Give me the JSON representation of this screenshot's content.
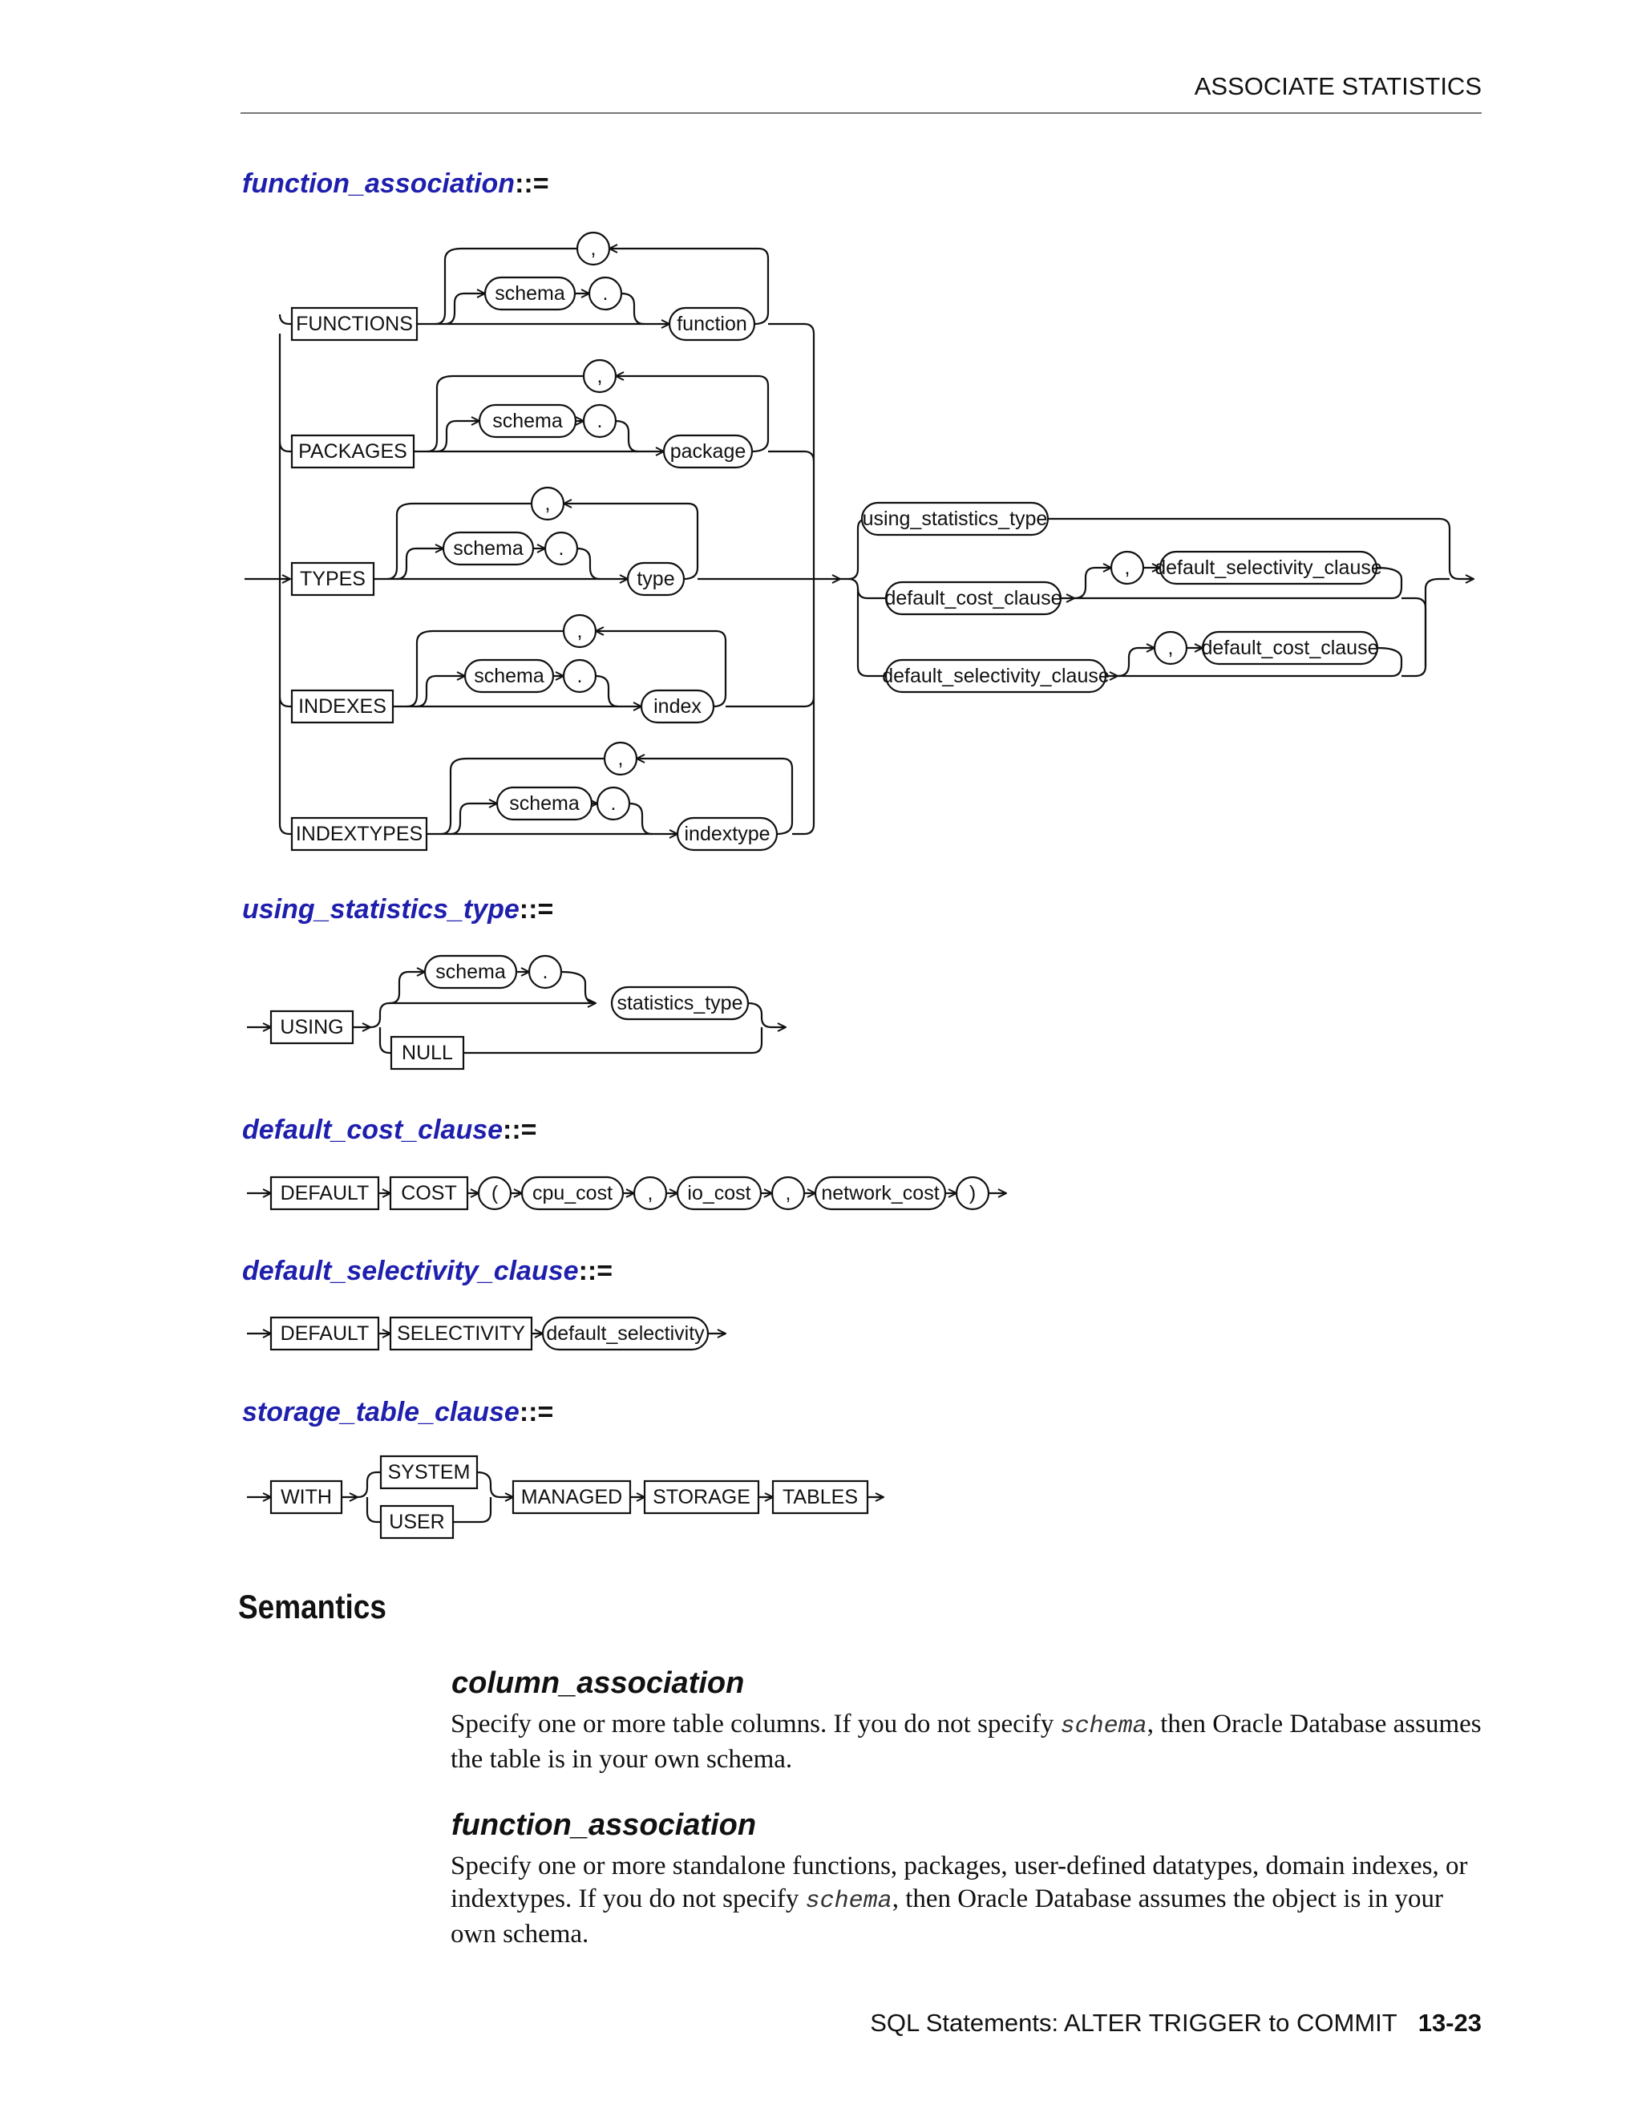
{
  "header": {
    "running_title": "ASSOCIATE STATISTICS"
  },
  "sections": {
    "function_association": {
      "name": "function_association",
      "op": "::="
    },
    "using_statistics_type": {
      "name": "using_statistics_type",
      "op": "::="
    },
    "default_cost_clause": {
      "name": "default_cost_clause",
      "op": "::="
    },
    "default_selectivity_clause": {
      "name": "default_selectivity_clause",
      "op": "::="
    },
    "storage_table_clause": {
      "name": "storage_table_clause",
      "op": "::="
    }
  },
  "diagrams": {
    "function_association": {
      "keywords": [
        "FUNCTIONS",
        "PACKAGES",
        "TYPES",
        "INDEXES",
        "INDEXTYPES"
      ],
      "objects": [
        "function",
        "package",
        "type",
        "index",
        "indextype"
      ],
      "schema": "schema",
      "dot": ".",
      "comma": ",",
      "using_statistics_type": "using_statistics_type",
      "default_cost_clause": "default_cost_clause",
      "default_selectivity_clause": "default_selectivity_clause"
    },
    "using_statistics_type": {
      "using": "USING",
      "schema": "schema",
      "dot": ".",
      "statistics_type": "statistics_type",
      "null": "NULL"
    },
    "default_cost_clause": {
      "items": [
        "DEFAULT",
        "COST",
        "(",
        "cpu_cost",
        ",",
        "io_cost",
        ",",
        "network_cost",
        ")"
      ]
    },
    "default_selectivity_clause": {
      "items": [
        "DEFAULT",
        "SELECTIVITY",
        "default_selectivity"
      ]
    },
    "storage_table_clause": {
      "with": "WITH",
      "system": "SYSTEM",
      "user": "USER",
      "items": [
        "MANAGED",
        "STORAGE",
        "TABLES"
      ]
    }
  },
  "semantics": {
    "heading": "Semantics",
    "column_association": {
      "term": "column_association",
      "text_before": "Specify one or more table columns. If you do not specify ",
      "code": "schema",
      "text_after": ", then Oracle Database assumes the table is in your own schema."
    },
    "function_association": {
      "term": "function_association",
      "text_before": "Specify one or more standalone functions, packages, user-defined datatypes, domain indexes, or indextypes. If you do not specify ",
      "code": "schema",
      "text_after": ", then Oracle Database assumes the object is in your own schema."
    }
  },
  "footer": {
    "chapter": "SQL Statements: ALTER TRIGGER to COMMIT",
    "page": "13-23"
  }
}
